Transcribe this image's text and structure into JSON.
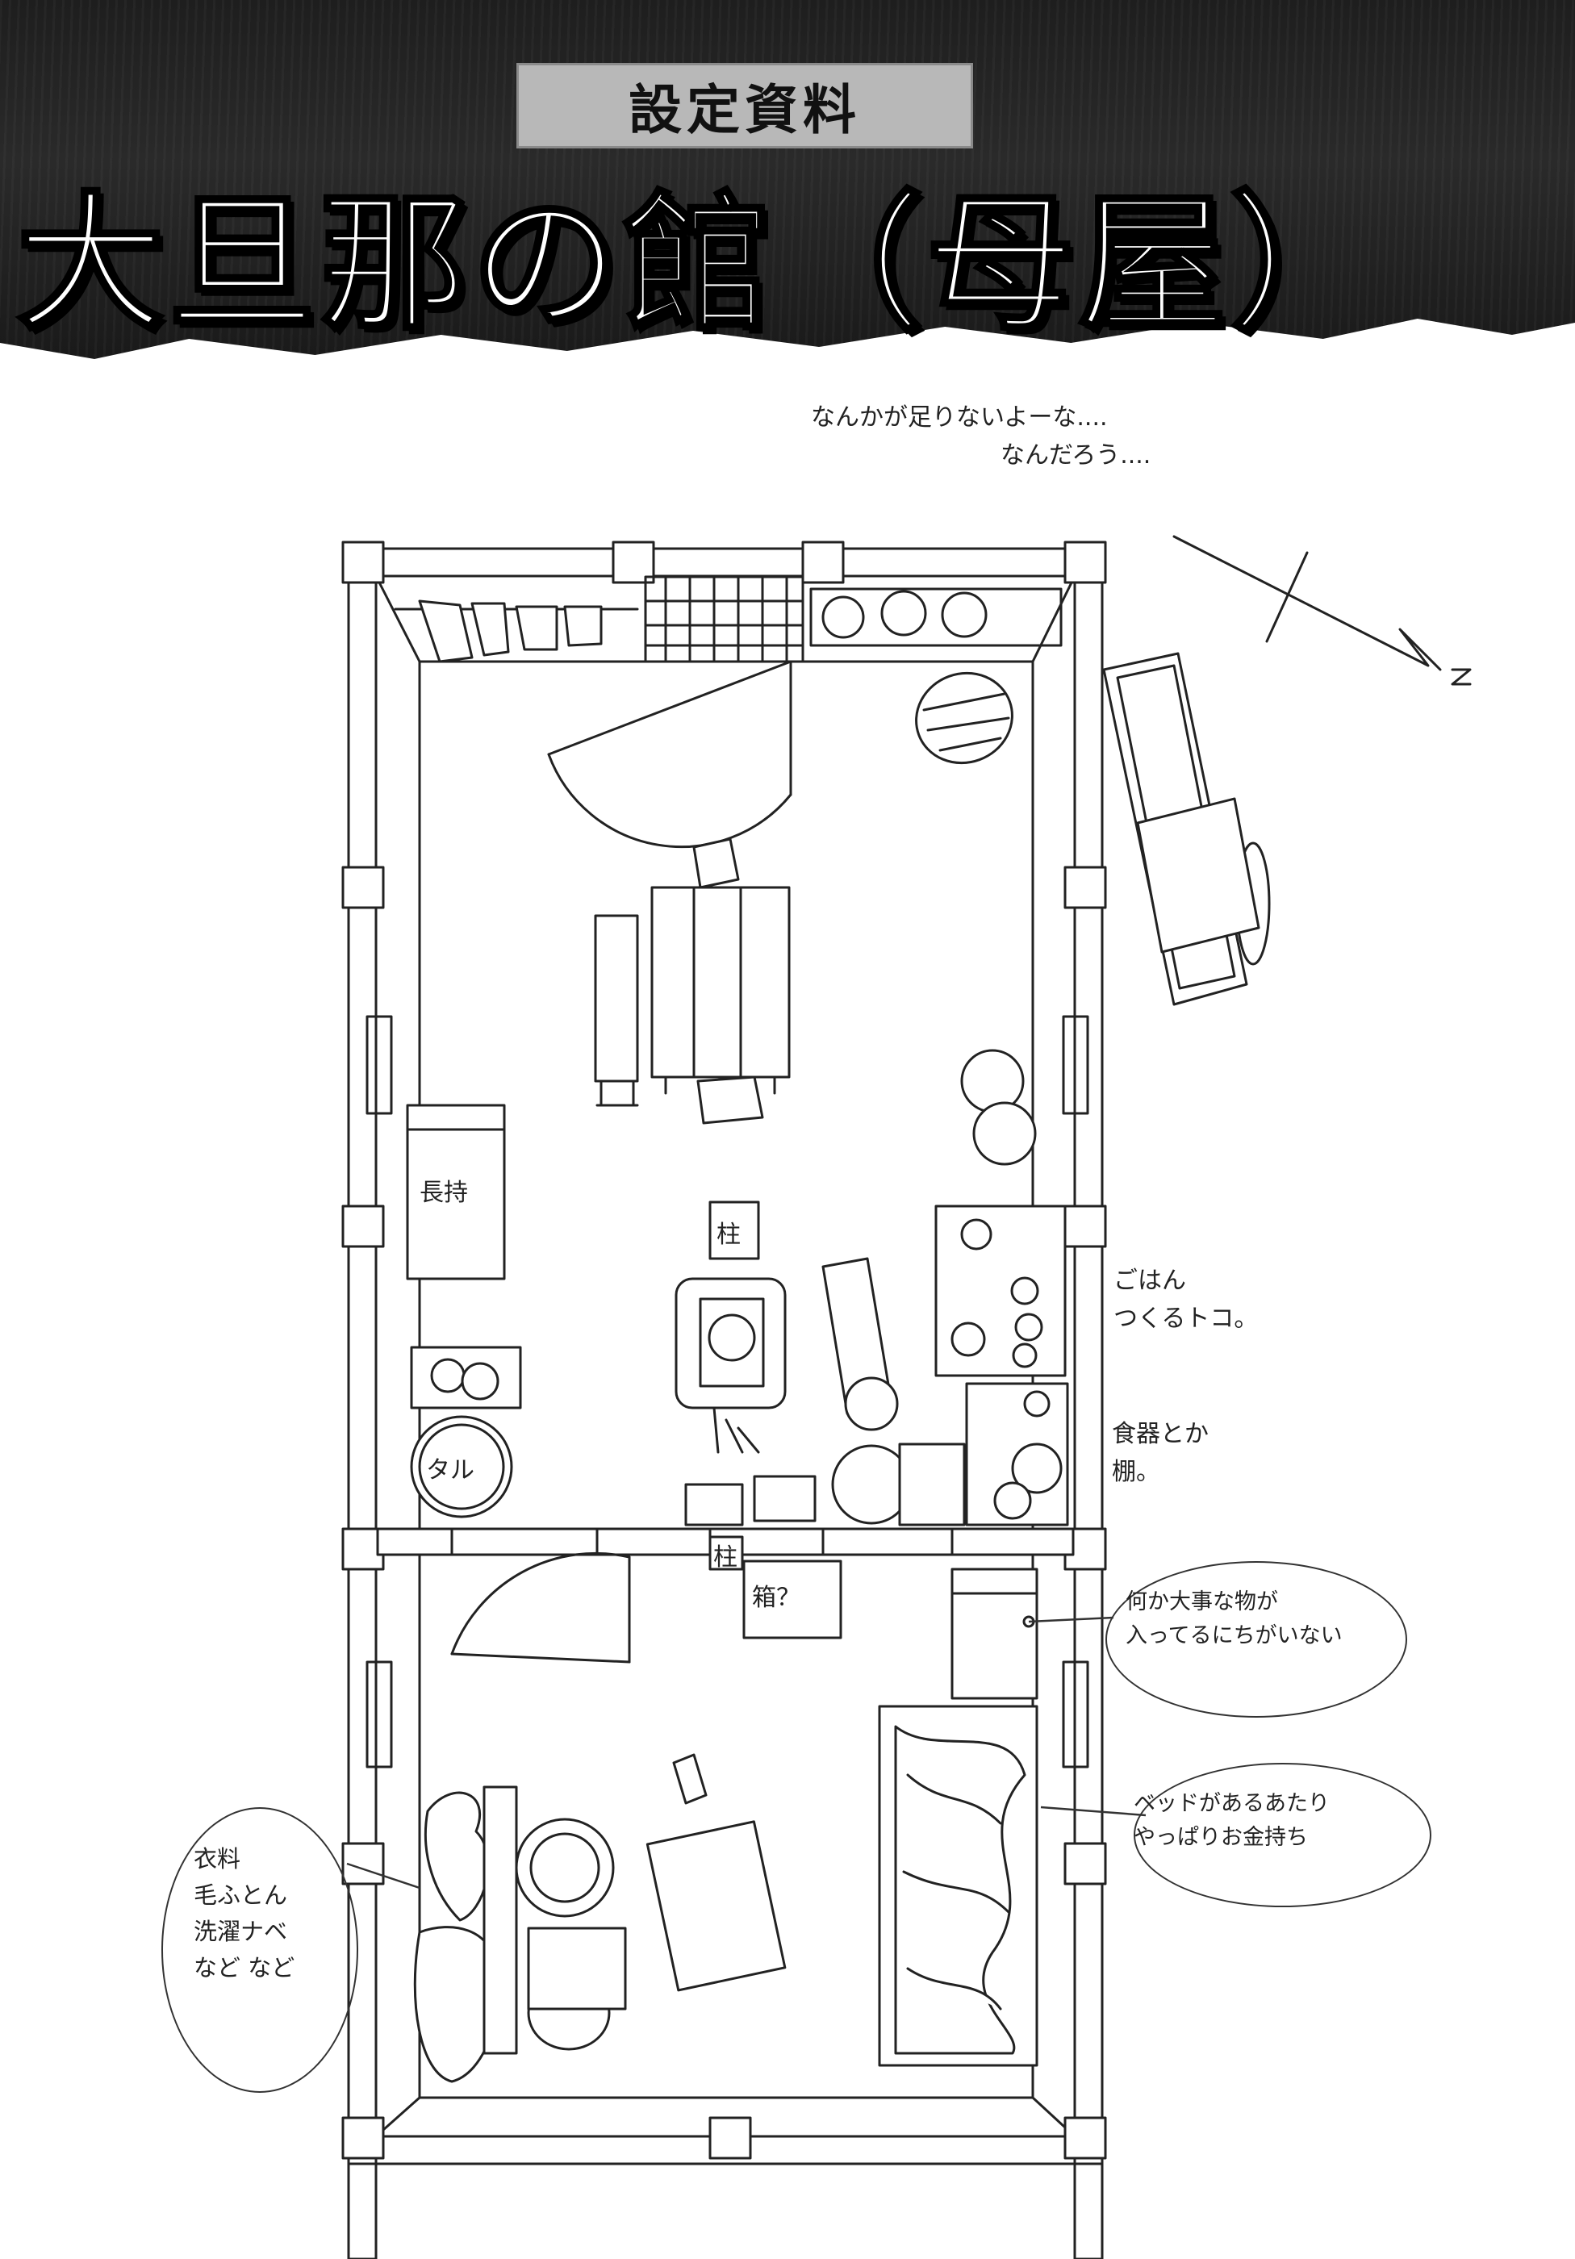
{
  "header": {
    "section_label": "設定資料",
    "title": "大旦那の館（母屋）"
  },
  "notes": {
    "top_lines": [
      "なんかが足りないよーな....",
      "なんだろう...."
    ],
    "kitchen_lines": [
      "ごはん",
      "つくるトコ。"
    ],
    "shelf_lines": [
      "食器とか",
      "棚。"
    ],
    "valuable_lines": [
      "何か大事な物が",
      "入ってるにちがいない"
    ],
    "bed_lines": [
      "ベッドがあるあたり",
      "やっぱりお金持ち"
    ],
    "clothes_lines": [
      "衣料",
      "毛ふとん",
      "洗濯ナベ",
      "など など"
    ]
  },
  "labels": {
    "chest": "長持",
    "pillar_top": "柱",
    "barrel": "タル",
    "pillar_bottom": "柱",
    "box": "箱？"
  }
}
